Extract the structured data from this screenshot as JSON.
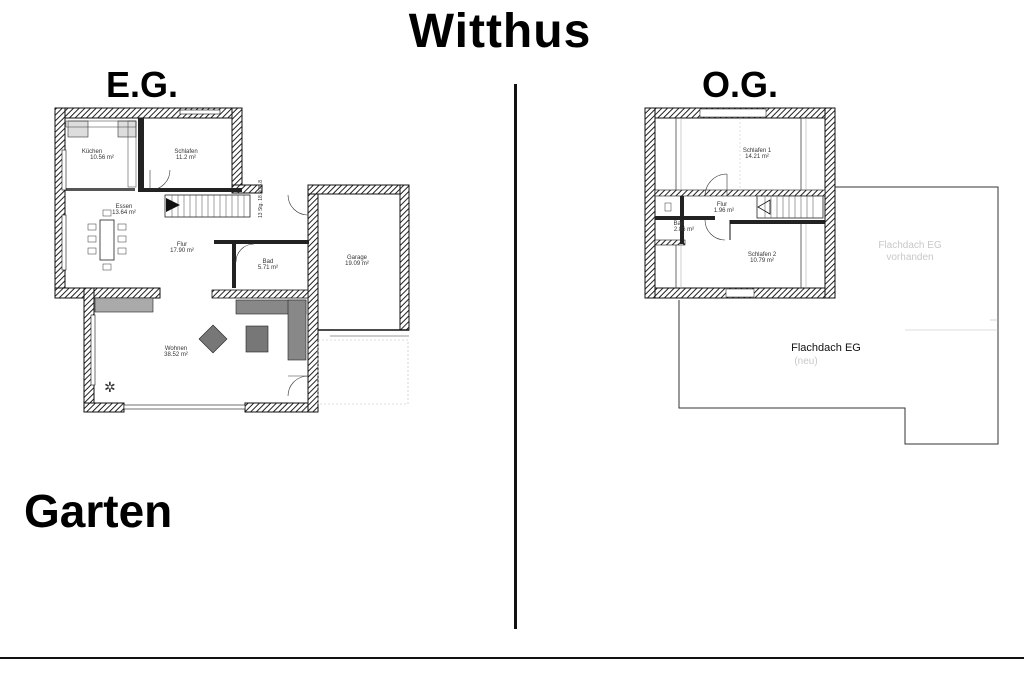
{
  "title": "Witthus",
  "floors": {
    "eg": {
      "label": "E.G.",
      "rooms": [
        {
          "name": "Küchen",
          "area": "10.56 m²"
        },
        {
          "name": "Schlafen",
          "area": "11.2 m²"
        },
        {
          "name": "Essen",
          "area": "13.64 m²"
        },
        {
          "name": "Flur",
          "area": "17.90 m²"
        },
        {
          "name": "Bad",
          "area": "5.71 m²"
        },
        {
          "name": "Garage",
          "area": "19.09 m²"
        },
        {
          "name": "Wohnen",
          "area": "38.52 m²"
        }
      ],
      "stair_dims": "13 Stg. 18.9/25.8"
    },
    "og": {
      "label": "O.G.",
      "rooms": [
        {
          "name": "Schlafen 1",
          "area": "14.21 m²"
        },
        {
          "name": "Flur",
          "area": "1.96 m²"
        },
        {
          "name": "Bad",
          "area": "2.86 m²"
        },
        {
          "name": "Schlafen 2",
          "area": "10.79 m²"
        }
      ],
      "roof_existing": {
        "line1": "Flachdach EG",
        "line2": "vorhanden"
      },
      "roof_new": {
        "line1": "Flachdach EG",
        "line2": "(neu)"
      }
    }
  },
  "garden_label": "Garten"
}
